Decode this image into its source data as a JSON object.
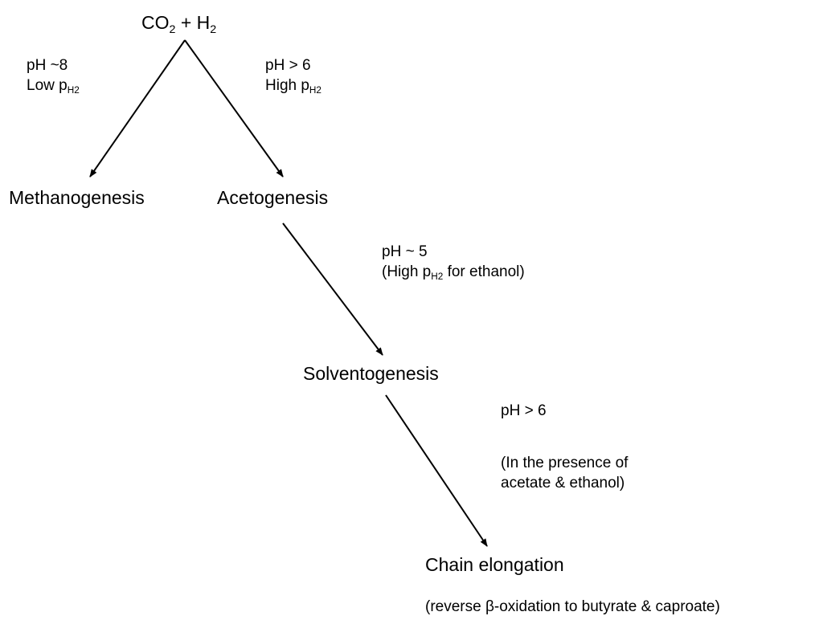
{
  "nodes": {
    "root": {
      "main": "CO",
      "sub1": "2",
      "mid": " + H",
      "sub2": "2"
    },
    "methanogenesis": "Methanogenesis",
    "acetogenesis": "Acetogenesis",
    "solventogenesis": "Solventogenesis",
    "chain_elongation": "Chain elongation"
  },
  "conditions": {
    "methanogenesis": {
      "line1": "pH ~8",
      "line2_main": "Low p",
      "line2_sub": "H2"
    },
    "acetogenesis": {
      "line1": "pH > 6",
      "line2_main": "High p",
      "line2_sub": "H2"
    },
    "solventogenesis": {
      "line1": "pH ~ 5",
      "line2_pre": "(High p",
      "line2_sub": "H2",
      "line2_post": " for ethanol)"
    },
    "chain_elongation": {
      "line1": "pH > 6",
      "line2": "(In the presence of",
      "line3": "acetate & ethanol)"
    }
  },
  "footnote": "(reverse β-oxidation to butyrate & caproate)",
  "colors": {
    "text": "#000000",
    "arrow": "#000000",
    "background": "#ffffff"
  }
}
